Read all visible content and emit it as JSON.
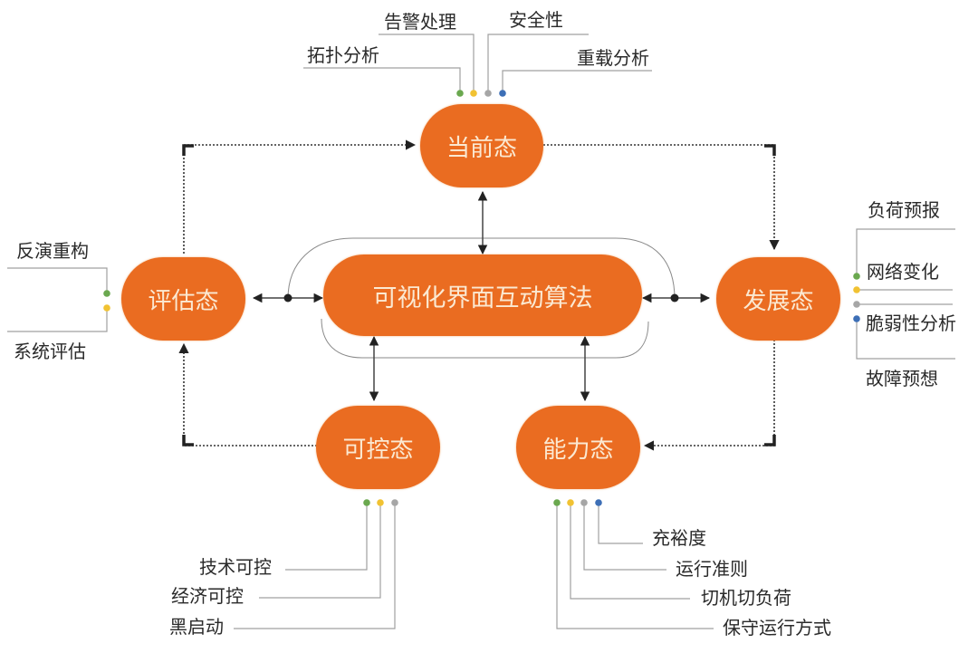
{
  "center": {
    "label": "可视化界面互动算法"
  },
  "nodes": {
    "current": {
      "label": "当前态",
      "attributes": [
        "拓扑分析",
        "告警处理",
        "安全性",
        "重载分析"
      ]
    },
    "development": {
      "label": "发展态",
      "attributes": [
        "负荷预报",
        "网络变化",
        "脆弱性分析",
        "故障预想"
      ]
    },
    "capability": {
      "label": "能力态",
      "attributes": [
        "充裕度",
        "运行准则",
        "切机切负荷",
        "保守运行方式"
      ]
    },
    "controllable": {
      "label": "可控态",
      "attributes": [
        "技术可控",
        "经济可控",
        "黑启动"
      ]
    },
    "evaluation": {
      "label": "评估态",
      "attributes": [
        "反演重构",
        "系统评估"
      ]
    }
  },
  "colors": {
    "node": "#ea6c21",
    "node_text": "#fbe9d2",
    "dot_green": "#6aa84f",
    "dot_yellow": "#f1c232",
    "dot_gray": "#a6a6a6",
    "dot_blue": "#3d6fb6",
    "line_gray": "#9e9e9e",
    "arrow": "#222222"
  }
}
